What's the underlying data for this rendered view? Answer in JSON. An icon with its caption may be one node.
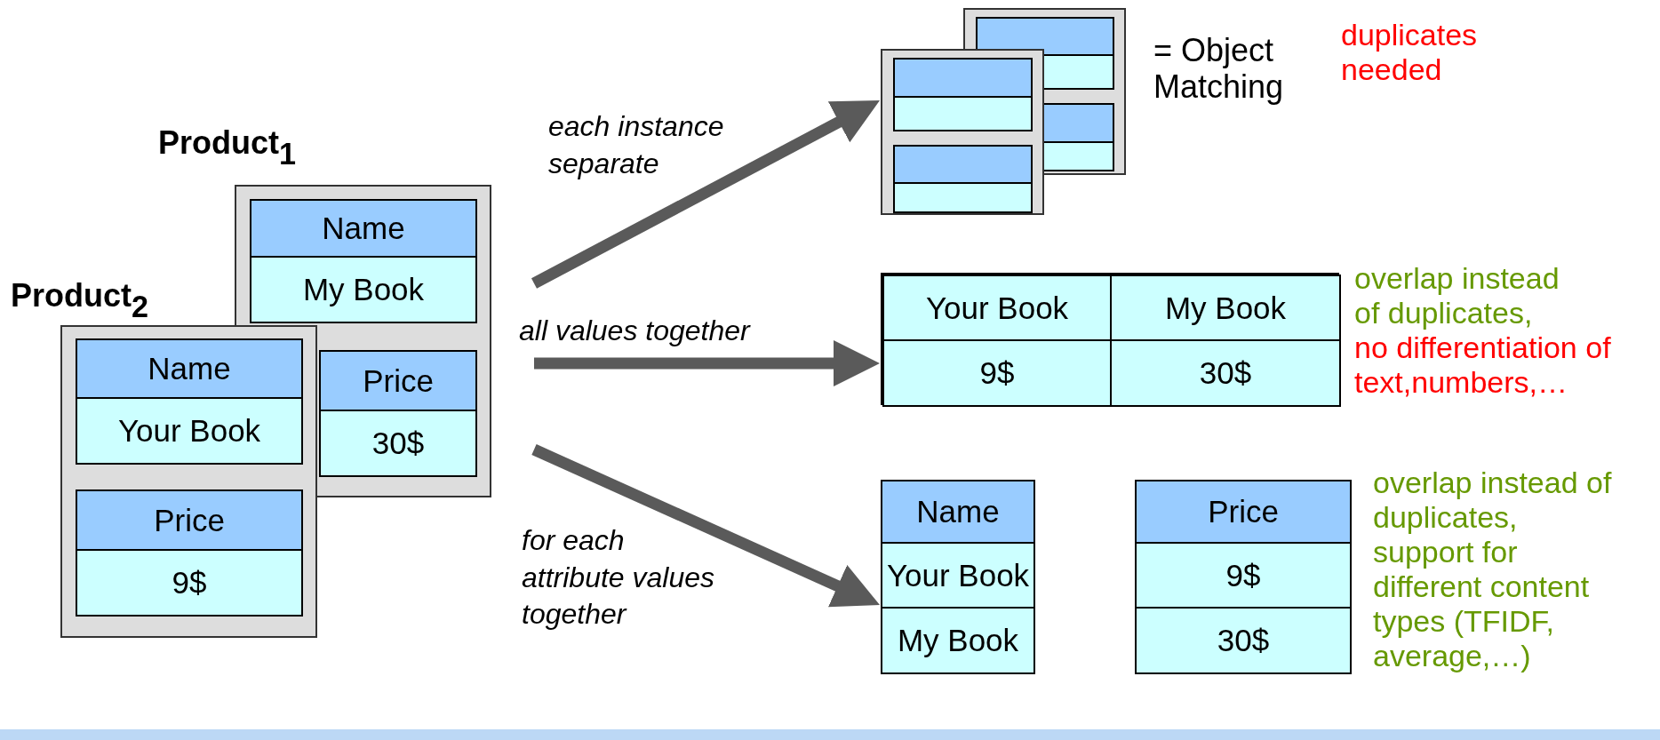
{
  "diagram": {
    "nodes": [
      {
        "text": [
          "Product$_{1}$"
        ]
      },
      {
        "text": [
          "Name"
        ],
        "in": 0
      },
      {
        "text": [
          "My Book"
        ],
        "in": 0
      },
      {
        "text": [
          "Price"
        ],
        "in": 0
      },
      {
        "text": [
          "30$"
        ],
        "in": 0
      },
      {
        "text": [
          "Product$_{2}$"
        ]
      },
      {
        "text": [
          "Name"
        ],
        "in": 5
      },
      {
        "text": [
          "Your Book"
        ],
        "in": 5
      },
      {
        "text": [
          "Price"
        ],
        "in": 5
      },
      {
        "text": [
          "9$"
        ],
        "in": 5
      },
      {
        "text": [],
        "shape": "picture",
        "beside": [
          "= Object Matching"
        ]
      },
      {
        "text": [],
        "shape": "box"
      },
      {
        "text": [
          "Your Book"
        ],
        "in": 11
      },
      {
        "text": [
          "My Book"
        ],
        "in": 11
      },
      {
        "text": [
          "9$"
        ],
        "in": 11
      },
      {
        "text": [
          "30$"
        ],
        "in": 11
      },
      {
        "text": [],
        "shape": "box"
      },
      {
        "text": [
          "Name"
        ],
        "in": 16
      },
      {
        "text": [
          "Your Book"
        ],
        "in": 16
      },
      {
        "text": [
          "My Book"
        ],
        "in": 16
      },
      {
        "text": [],
        "shape": "box"
      },
      {
        "text": [
          "Price"
        ],
        "in": 20
      },
      {
        "text": [
          "9$"
        ],
        "in": 20
      },
      {
        "text": [
          "30$"
        ],
        "in": 20
      }
    ],
    "edges": [
      {
        "from": null,
        "to": 10,
        "arrow": "to",
        "label": "each instance separate"
      },
      {
        "from": null,
        "to": 11,
        "arrow": "to",
        "label": "all values together"
      },
      {
        "from": null,
        "to": 16,
        "arrow": "to",
        "label": "for each attribute values together"
      }
    ],
    "labels": [
      "duplicates needed",
      "overlap instead of duplicates,",
      "no differentiation of text,numbers,…",
      "overlap instead of duplicates, support for different content types (TFIDF, average,…)"
    ]
  }
}
